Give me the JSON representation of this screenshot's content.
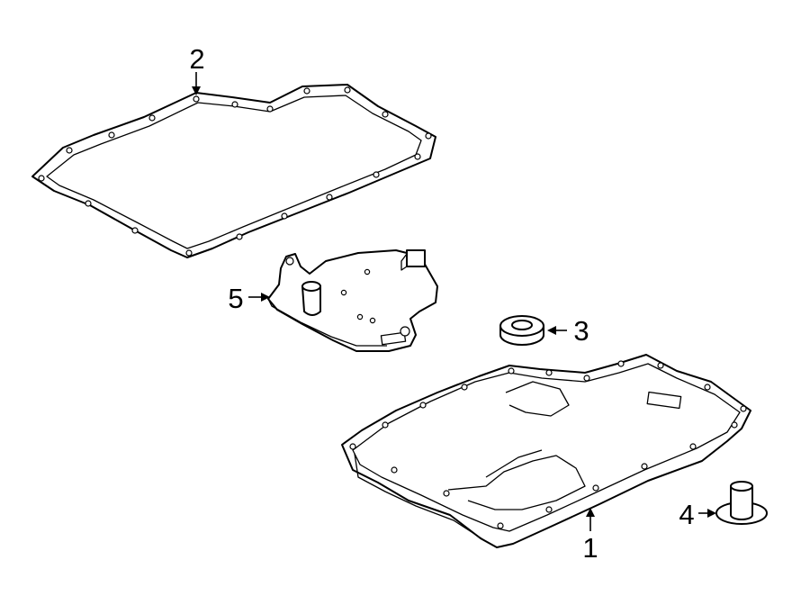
{
  "callouts": {
    "pan": "1",
    "gasket": "2",
    "seal": "3",
    "plug": "4",
    "filter": "5"
  }
}
